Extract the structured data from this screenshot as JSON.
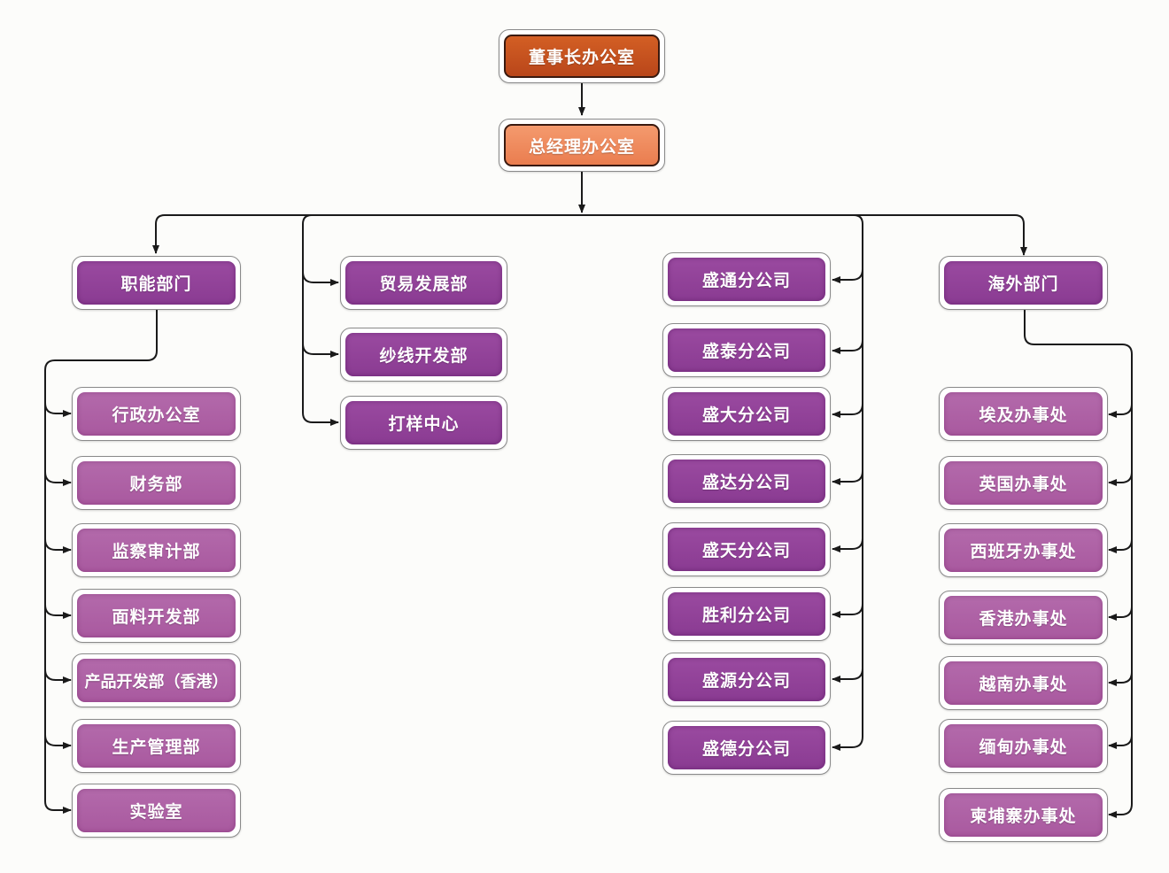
{
  "colors": {
    "chairman": "#c4501e",
    "general_manager": "#f08a5c",
    "department": "#923f98",
    "sub_unit": "#ad5fa4",
    "connector": "#1a1a1a"
  },
  "chart": {
    "chairman": "董事长办公室",
    "general_manager": "总经理办公室",
    "functional": {
      "label": "职能部门",
      "children": [
        "行政办公室",
        "财务部",
        "监察审计部",
        "面料开发部",
        "产品开发部（香港）",
        "生产管理部",
        "实验室"
      ]
    },
    "direct_departments": [
      "贸易发展部",
      "纱线开发部",
      "打样中心"
    ],
    "branches": [
      "盛通分公司",
      "盛泰分公司",
      "盛大分公司",
      "盛达分公司",
      "盛天分公司",
      "胜利分公司",
      "盛源分公司",
      "盛德分公司"
    ],
    "overseas": {
      "label": "海外部门",
      "children": [
        "埃及办事处",
        "英国办事处",
        "西班牙办事处",
        "香港办事处",
        "越南办事处",
        "缅甸办事处",
        "柬埔寨办事处"
      ]
    }
  }
}
